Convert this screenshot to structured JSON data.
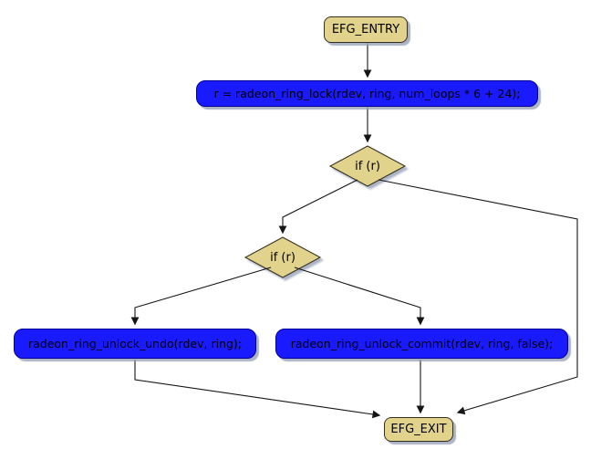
{
  "diagram": {
    "type": "control-flow-graph",
    "background": "#FFFFFF",
    "colors": {
      "terminal_fill": "#E2D38C",
      "terminal_border": "#33301F",
      "process_fill": "#1A1AFF",
      "process_border": "#000099",
      "shadow": "#96A0B6",
      "edge": "#161616",
      "text": "#000000"
    },
    "nodes": {
      "entry": {
        "label": "EFG_ENTRY",
        "type": "terminal"
      },
      "lock": {
        "label": "r = radeon_ring_lock(rdev, ring, num_loops * 6 + 24);",
        "type": "process"
      },
      "if1": {
        "label": "if (r)",
        "type": "decision"
      },
      "if2": {
        "label": "if (r)",
        "type": "decision"
      },
      "undo": {
        "label": "radeon_ring_unlock_undo(rdev, ring);",
        "type": "process"
      },
      "commit": {
        "label": "radeon_ring_unlock_commit(rdev, ring, false);",
        "type": "process"
      },
      "exit": {
        "label": "EFG_EXIT",
        "type": "terminal"
      }
    },
    "edges": [
      {
        "from": "entry",
        "to": "lock"
      },
      {
        "from": "lock",
        "to": "if1"
      },
      {
        "from": "if1",
        "to": "if2"
      },
      {
        "from": "if1",
        "to": "exit"
      },
      {
        "from": "if2",
        "to": "undo"
      },
      {
        "from": "if2",
        "to": "commit"
      },
      {
        "from": "undo",
        "to": "exit"
      },
      {
        "from": "commit",
        "to": "exit"
      }
    ]
  }
}
